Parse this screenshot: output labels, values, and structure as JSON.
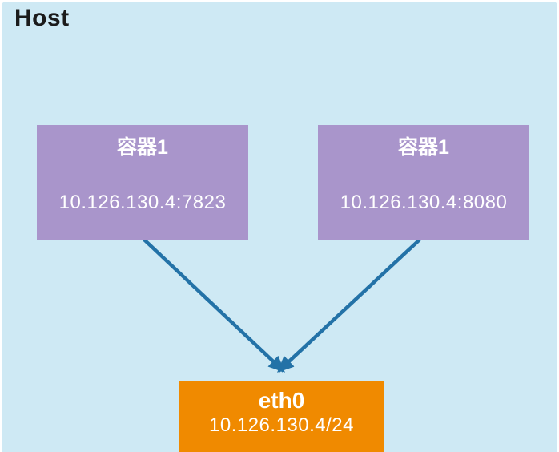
{
  "diagram": {
    "host_label": "Host",
    "containers": [
      {
        "title": "容器1",
        "address": "10.126.130.4:7823"
      },
      {
        "title": "容器1",
        "address": "10.126.130.4:8080"
      }
    ],
    "interface": {
      "name": "eth0",
      "address": "10.126.130.4/24"
    },
    "colors": {
      "host_background": "#cee9f4",
      "container_fill": "#a995cb",
      "interface_fill": "#f08a00",
      "arrow": "#2372a7",
      "node_text": "#ffffff",
      "host_text": "#1b1b1b"
    }
  }
}
